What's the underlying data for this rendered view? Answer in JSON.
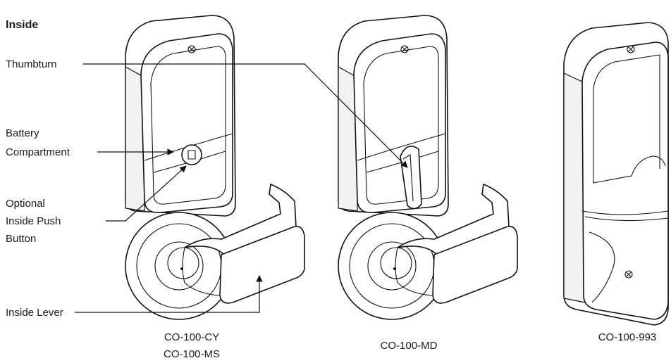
{
  "title": "Inside",
  "callouts": {
    "thumbturn": "Thumbturn",
    "battery_line1": "Battery",
    "battery_line2": "Compartment",
    "pushbutton_line1": "Optional",
    "pushbutton_line2": "Inside Push",
    "pushbutton_line3": "Button",
    "lever": "Inside Lever"
  },
  "models": {
    "left_line1": "CO-100-CY",
    "left_line2": "CO-100-MS",
    "middle": "CO-100-MD",
    "right": "CO-100-993"
  },
  "colors": {
    "ink": "#111111",
    "background": "#ffffff"
  }
}
